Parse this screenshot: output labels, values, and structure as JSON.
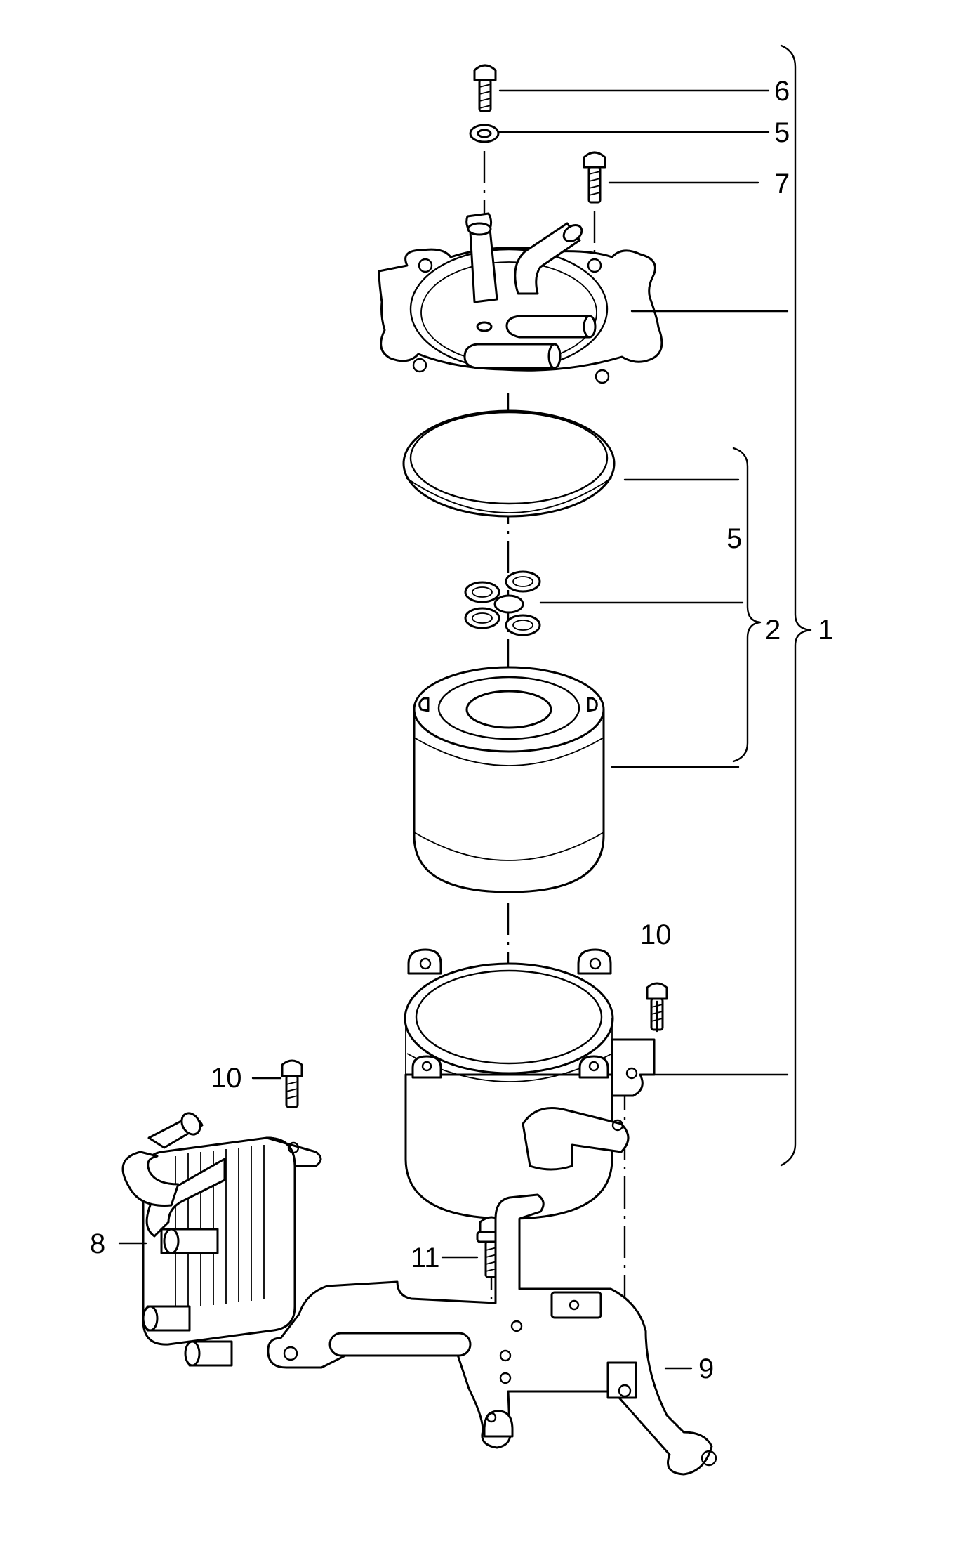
{
  "figure": {
    "callouts": {
      "c6": "6",
      "c5_top": "5",
      "c7": "7",
      "c5_side": "5",
      "c2": "2",
      "c1": "1",
      "c10_right": "10",
      "c10_left": "10",
      "c8": "8",
      "c11": "11",
      "c9": "9"
    }
  }
}
